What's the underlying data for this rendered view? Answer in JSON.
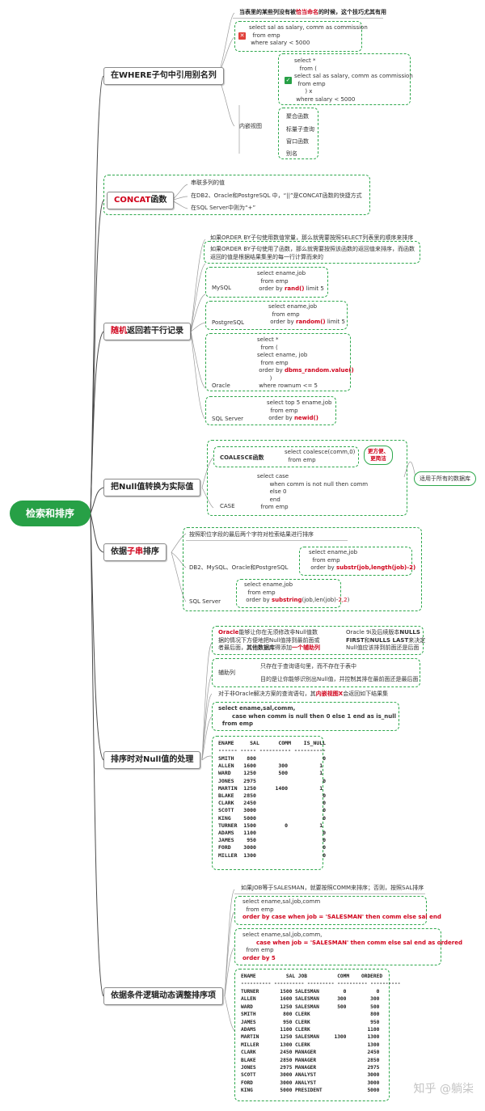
{
  "root": {
    "label": "检索和排序"
  },
  "topics": {
    "alias": "在WHERE子句中引用别名列",
    "concat_pre": "CONCAT",
    "concat_post": "函数",
    "random_pre": "随机",
    "random_post": "返回若干行记录",
    "nulltoval": "把Null值转换为实际值",
    "substr_pre": "依据",
    "substr_mid": "子串",
    "substr_post": "排序",
    "nullsort": "排序时对Null值的处理",
    "conditional": "依据条件逻辑动态调整排序项"
  },
  "alias": {
    "note_pre": "当表里的某些列没有被",
    "note_red": "恰当命名",
    "note_post": "的时候，这个技巧尤其有用",
    "bad_sql": "select sal as salary, comm as commission\n  from emp\n where salary < 5000",
    "good_sql": "select *\n   from (\nselect sal as salary, comm as commission\n  from emp\n      ) x\n where salary < 5000",
    "inline_view_label": "内嵌视图",
    "inline_items": [
      "聚合函数",
      "标量子查询",
      "窗口函数",
      "别名"
    ]
  },
  "concat": {
    "lines": [
      "串联多列的值",
      "在DB2、Oracle和PostgreSQL 中，“||”是CONCAT函数的快捷方式",
      "在SQL Server中则为“+”"
    ]
  },
  "random": {
    "note1": "如果ORDER BY子句使用数值常量，那么就需要按照SELECT列表里的顺序来排序",
    "note2": "如果ORDER BY子句使用了函数，那么就需要按照该函数的返回值来排序，而函数\n返回的值是根据结果集里的每一行计算而来的",
    "mysql_label": "MySQL",
    "mysql_sql_a": "select ename,job\n  from emp\n order by ",
    "mysql_fn": "rand()",
    "mysql_tail": " limit 5",
    "pg_label": "PostgreSQL",
    "pg_sql_a": "select ename,job\n  from emp\n order by ",
    "pg_fn": "random()",
    "pg_tail": " limit 5",
    "ora_label": "Oracle",
    "ora_sql_a": "select *\n  from (\nselect ename, job\n  from emp\n order by ",
    "ora_fn": "dbms_random.value()",
    "ora_sql_b": "       )\n where rownum <= 5",
    "ss_label": "SQL Server",
    "ss_sql_a": "select top 5 ename,job\n  from emp\n order by ",
    "ss_fn": "newid()"
  },
  "nulltoval": {
    "coalesce_label": "COALESCE函数",
    "coalesce_sql": "select coalesce(comm,0)\n  from emp",
    "pill": "更方便、\n更简洁",
    "case_label": "CASE",
    "case_sql": "select case\n       when comm is not null then comm\n       else 0\n       end\n  from emp",
    "scope": "适用于所有的数据库"
  },
  "substr": {
    "note": "按照职位字段的最后两个字符对检索结果进行排序",
    "db2_label": "DB2、MySQL、Oracle和PostgreSQL",
    "db2_sql_a": "select ename,job\n  from emp\n order by ",
    "db2_fn": "substr(job,length(job)-2)",
    "ss_label": "SQL Server",
    "ss_sql_a": "select ename,job\n  from emp\n order by ",
    "ss_fn": "substring",
    "ss_tail_a": "(job,len(job)-",
    "ss_tail_red": "2,2",
    "ss_tail_b": ")"
  },
  "nullsort": {
    "oracle_note_a": "Oracle",
    "oracle_note_b": "能够让你在无须修改非Null值数\n据的情况下方便地把Null值排到最前面或\n者最后面，",
    "oracle_note_c": "其他数据库",
    "oracle_note_d": "得添加",
    "oracle_note_e": "一个辅助列",
    "oracle9_a": "Oracle 9i及后续版本",
    "oracle9_b": "NULLS",
    "oracle9_c": "FIRST",
    "oracle9_d": "和",
    "oracle9_e": "NULLS LAST",
    "oracle9_f": "来决定\nNull值应该排到前面还是后面",
    "aux_label": "辅助列",
    "aux1": "只存在于查询语句里，而不存在于表中",
    "aux2": "目的是让你能够识别出Null值，并控制其排在最前面还是最后面",
    "nonora_a": "对于非Oracle解决方案的查询语句，其",
    "nonora_red": "内嵌视图X",
    "nonora_b": "会返回如下结果集",
    "sql": "select ename,sal,comm,\n       case when comm is null then 0 else 1 end as is_null\n  from emp",
    "table_header": "ENAME     SAL      COMM    IS_NULL\n------ ----- ---------- ----------",
    "table_rows": "SMITH    800                     0\nALLEN   1600       300          1\nWARD    1250       500          1\nJONES   2975                     0\nMARTIN  1250      1400          1\nBLAKE   2850                     0\nCLARK   2450                     0\nSCOTT   3000                     0\nKING    5000                     0\nTURNER  1500         0          1\nADAMS   1100                     0\nJAMES    950                     0\nFORD    3000                     0\nMILLER  1300                     0"
  },
  "conditional": {
    "note": "如果JOB等于SALESMAN，就要按照COMM来排序；否则，按照SAL排序",
    "sql1_a": "select ename,sal,job,comm\n  from emp",
    "sql1_red": "order by case when job = 'SALESMAN' then comm else sal end",
    "sql2_a": "select ename,sal,job,comm,",
    "sql2_red": "       case when job = 'SALESMAN' then comm else sal end as ordered",
    "sql2_b": "  from emp",
    "sql2_red2": "order by 5",
    "table_header": "ENAME          SAL JOB          COMM    ORDERED\n---------- ---------- --------- ---------- ----------",
    "table_rows": "TURNER       1500 SALESMAN        0          0\nALLEN        1600 SALESMAN      300        300\nWARD         1250 SALESMAN      500        500\nSMITH         800 CLERK                    800\nJAMES         950 CLERK                    950\nADAMS        1100 CLERK                   1100\nMARTIN       1250 SALESMAN     1300       1300\nMILLER       1300 CLERK                   1300\nCLARK        2450 MANAGER                 2450\nBLAKE        2850 MANAGER                 2850\nJONES        2975 MANAGER                 2975\nSCOTT        3000 ANALYST                 3000\nFORD         3000 ANALYST                 3000\nKING         5000 PRESIDENT               5000"
  },
  "watermark": "知乎 @躺柒"
}
